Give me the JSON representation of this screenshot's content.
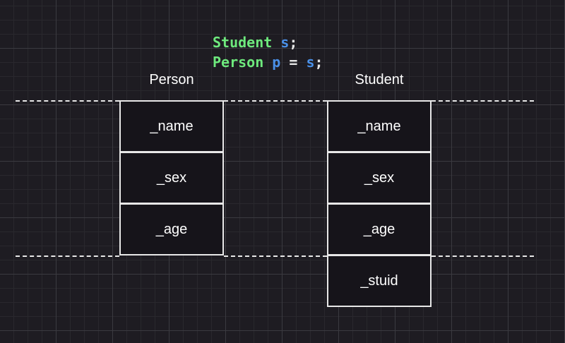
{
  "code": {
    "line1": {
      "type": "Student",
      "var": "s",
      "end": ";"
    },
    "line2": {
      "type": "Person",
      "var": "p",
      "op": "=",
      "rhs": "s",
      "end": ";"
    }
  },
  "person": {
    "title": "Person",
    "fields": [
      "_name",
      "_sex",
      "_age"
    ]
  },
  "student": {
    "title": "Student",
    "fields": [
      "_name",
      "_sex",
      "_age",
      "_stuid"
    ]
  },
  "colors": {
    "background": "#1e1c22",
    "keyword": "#6ee97d",
    "variable": "#4a90e8",
    "stroke": "#e8e8e8"
  }
}
